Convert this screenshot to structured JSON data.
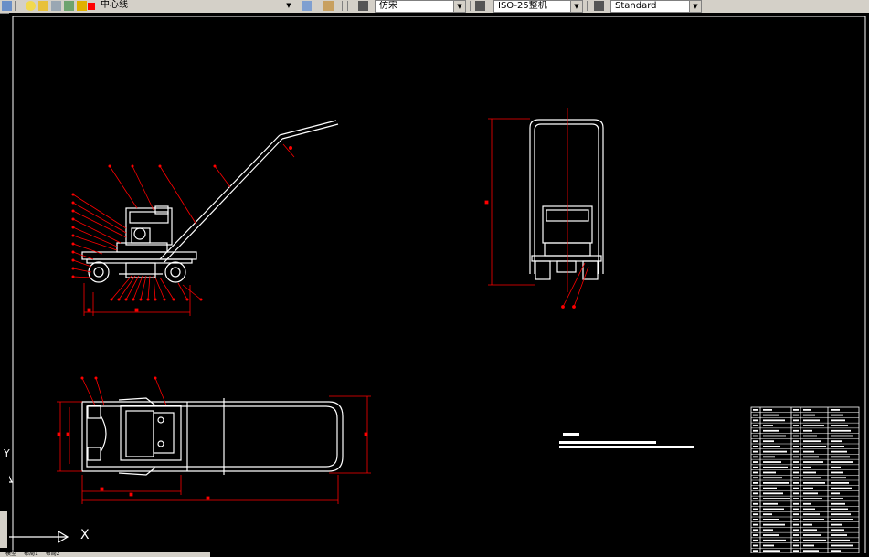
{
  "toolbar": {
    "layer_combo": {
      "value": "中心线",
      "color": "#ff0000"
    },
    "linetype_combo": {
      "value": "仿宋"
    },
    "dimstyle_combo": {
      "value": "ISO-25整机"
    },
    "textstyle_combo": {
      "value": "Standard"
    }
  },
  "ucs": {
    "x_label": "X",
    "y_label": "Y"
  },
  "tabs": [
    {
      "label": "模型"
    },
    {
      "label": "布局1"
    },
    {
      "label": "布局2"
    }
  ],
  "colors": {
    "background": "#000000",
    "geometry": "#ffffff",
    "dimension": "#ff0000",
    "toolbar": "#d4d0c8"
  }
}
